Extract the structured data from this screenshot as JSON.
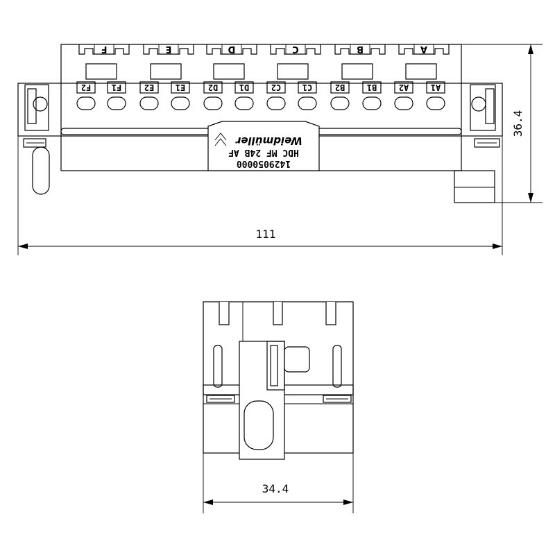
{
  "dimensions": {
    "width_front": "111",
    "height_front": "36.4",
    "width_side": "34.4"
  },
  "product": {
    "brand": "Weidmüller",
    "model": "HDC MF 24B AF",
    "part_number": "1429050000"
  },
  "group_labels": [
    "F",
    "E",
    "D",
    "C",
    "B",
    "A"
  ],
  "contact_labels": [
    "F2",
    "F1",
    "E2",
    "E1",
    "D2",
    "D1",
    "C2",
    "C1",
    "B2",
    "B1",
    "A2",
    "A1"
  ]
}
